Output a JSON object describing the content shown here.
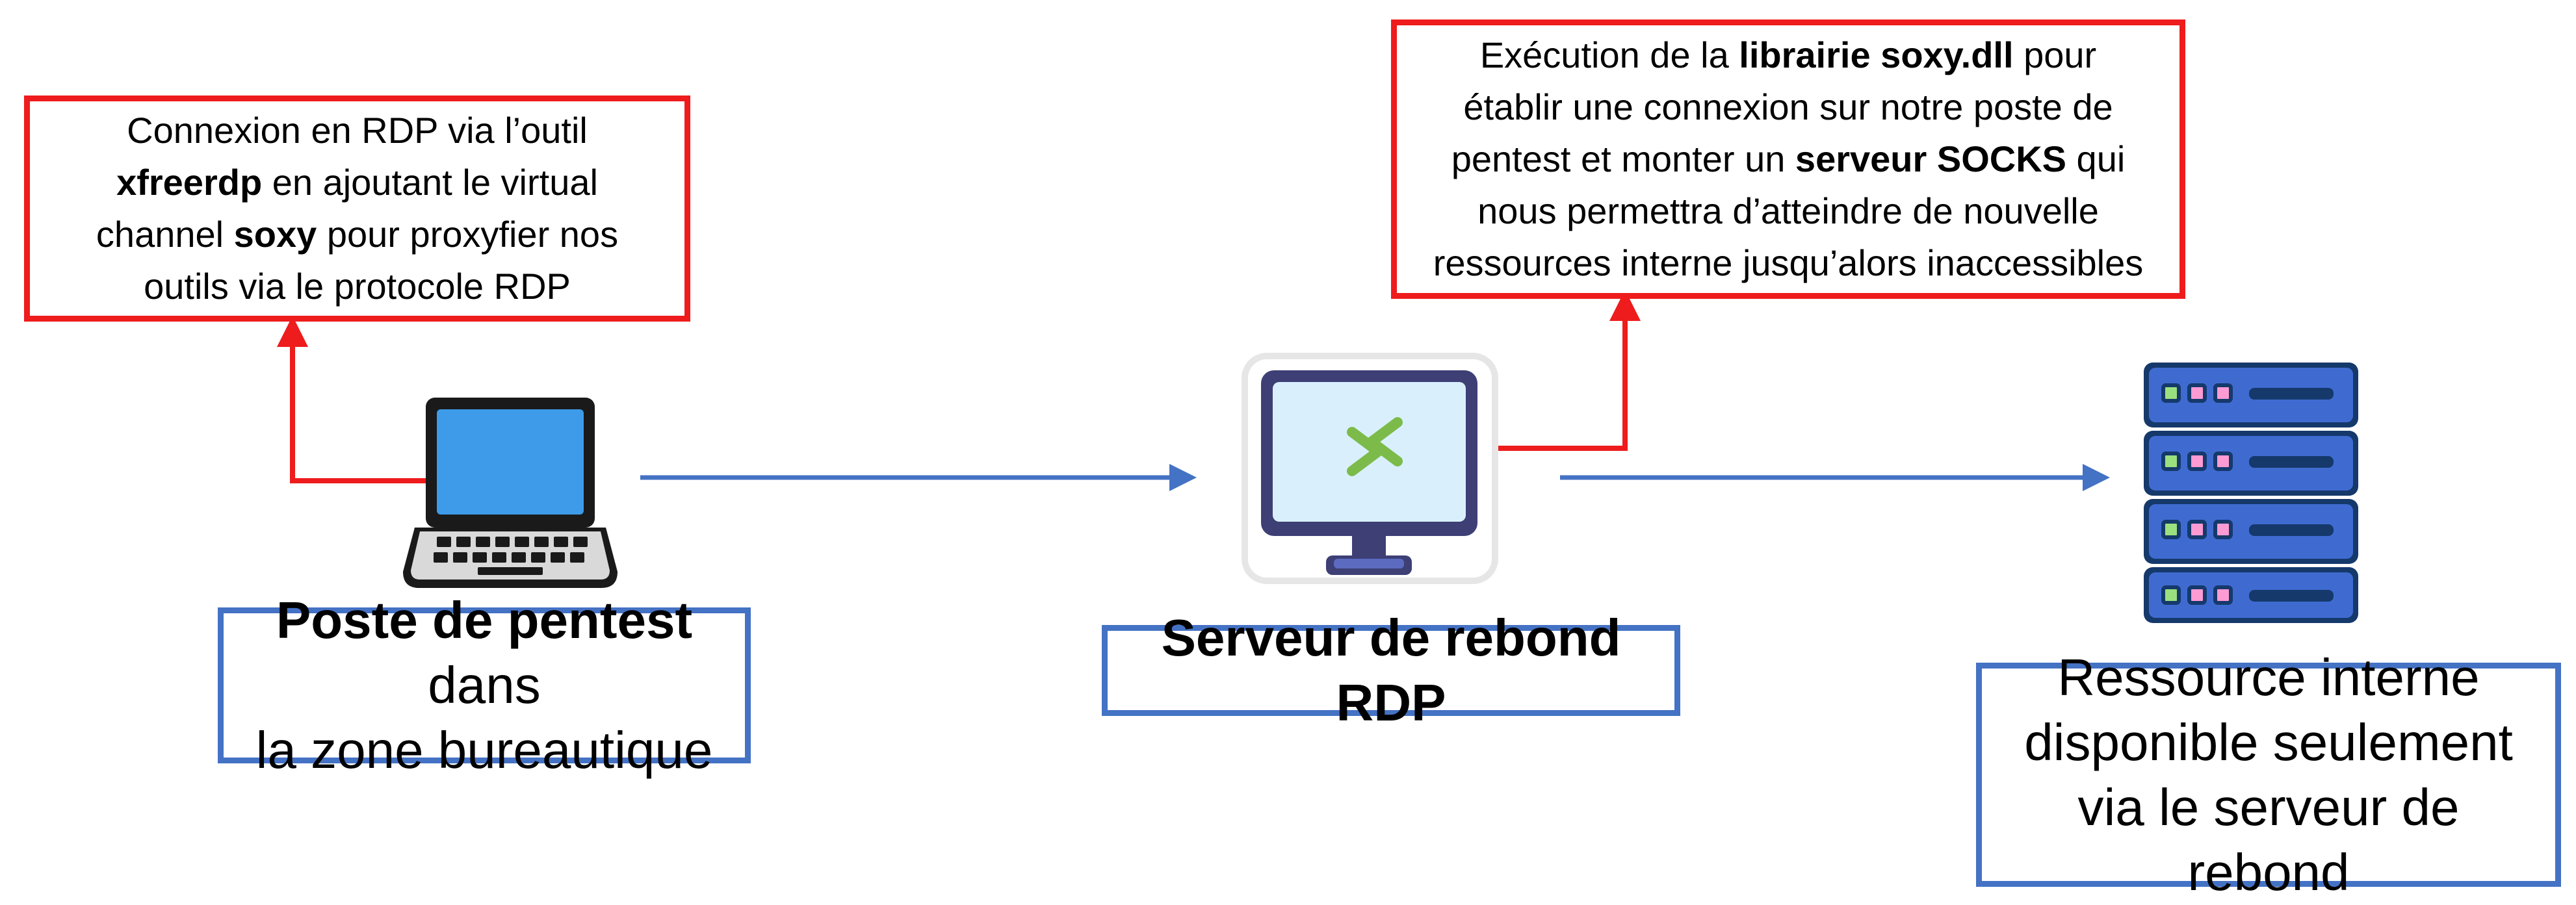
{
  "nodes": {
    "pentest": {
      "bold": "Poste de pentest",
      "rest": " dans",
      "line2": "la zone bureautique",
      "icon": "laptop-icon"
    },
    "rebond": {
      "label": "Serveur de rebond RDP",
      "icon": "remote-desktop-monitor-icon"
    },
    "ressource": {
      "line1": "Ressource interne",
      "line2": "disponible seulement",
      "line3": "via le serveur de rebond",
      "icon": "server-rack-icon"
    }
  },
  "notes": {
    "xfreerdp": {
      "l1": "Connexion en RDP via l’outil",
      "l2_bold": "xfreerdp",
      "l2_rest": " en ajoutant le virtual",
      "l3_pre": "channel ",
      "l3_bold": "soxy",
      "l3_rest": " pour proxyfier nos",
      "l4": "outils via le protocole RDP"
    },
    "soxy": {
      "l1_pre": "Exécution de la ",
      "l1_bold": "librairie soxy.dll",
      "l1_rest": " pour",
      "l2": "établir une connexion sur notre poste de",
      "l3_pre": "pentest et monter un ",
      "l3_bold": "serveur SOCKS",
      "l3_rest": " qui",
      "l4": "nous permettra d’atteindre de nouvelle",
      "l5": "ressources interne jusqu’alors inaccessibles"
    }
  },
  "colors": {
    "note_border": "#ee1c1c",
    "label_border": "#4472c4",
    "flow_arrow": "#4472c4",
    "callout_line": "#ee1c1c"
  }
}
